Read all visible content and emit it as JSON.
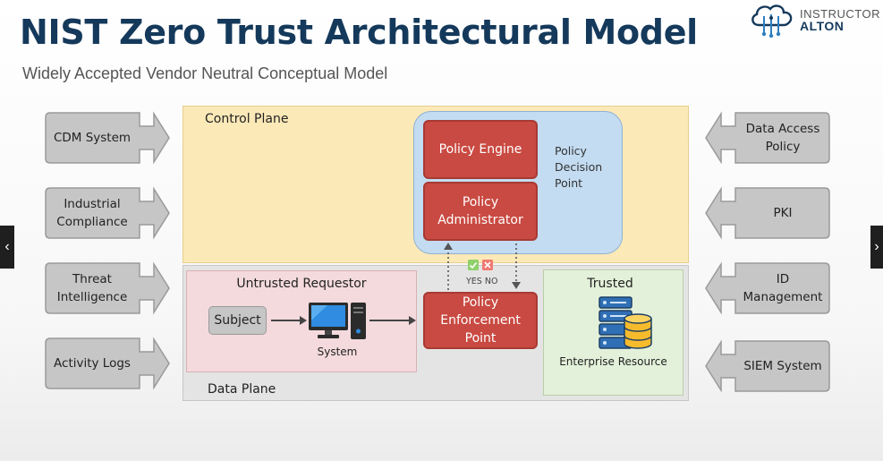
{
  "header": {
    "title": "NIST Zero Trust Architectural Model",
    "subtitle": "Widely Accepted Vendor Neutral Conceptual Model"
  },
  "logo": {
    "line1": "INSTRUCTOR",
    "line2": "ALTON",
    "icon": "cloud-circuit-icon"
  },
  "left_inputs": [
    {
      "label": "CDM System"
    },
    {
      "label": "Industrial Compliance"
    },
    {
      "label": "Threat Intelligence"
    },
    {
      "label": "Activity Logs"
    }
  ],
  "right_inputs": [
    {
      "label": "Data Access Policy"
    },
    {
      "label": "PKI"
    },
    {
      "label": "ID Management"
    },
    {
      "label": "SIEM System"
    }
  ],
  "control_plane": {
    "label": "Control Plane",
    "pdp_label": "Policy Decision Point",
    "policy_engine": "Policy Engine",
    "policy_administrator": "Policy Administrator"
  },
  "data_plane": {
    "label": "Data Plane",
    "untrusted_title": "Untrusted Requestor",
    "subject": "Subject",
    "system_caption": "System",
    "pep": "Policy Enforcement Point",
    "trusted_title": "Trusted",
    "resource_caption": "Enterprise Resource"
  },
  "decision": {
    "yes": "YES",
    "no": "NO"
  },
  "colors": {
    "title": "#14395b",
    "control_plane_bg": "#fce9b8",
    "data_plane_bg": "#e4e4e4",
    "pdp_bg": "#c3dcf1",
    "policy_red": "#c94a42",
    "untrusted_bg": "#f4dadd",
    "trusted_bg": "#e3f1da",
    "side_gray": "#c6c6c6"
  },
  "icons": {
    "system": "desktop-computer-icon",
    "resource": "server-database-icon",
    "yes": "check-icon",
    "no": "x-icon"
  },
  "nav": {
    "prev": "‹",
    "next": "›"
  }
}
